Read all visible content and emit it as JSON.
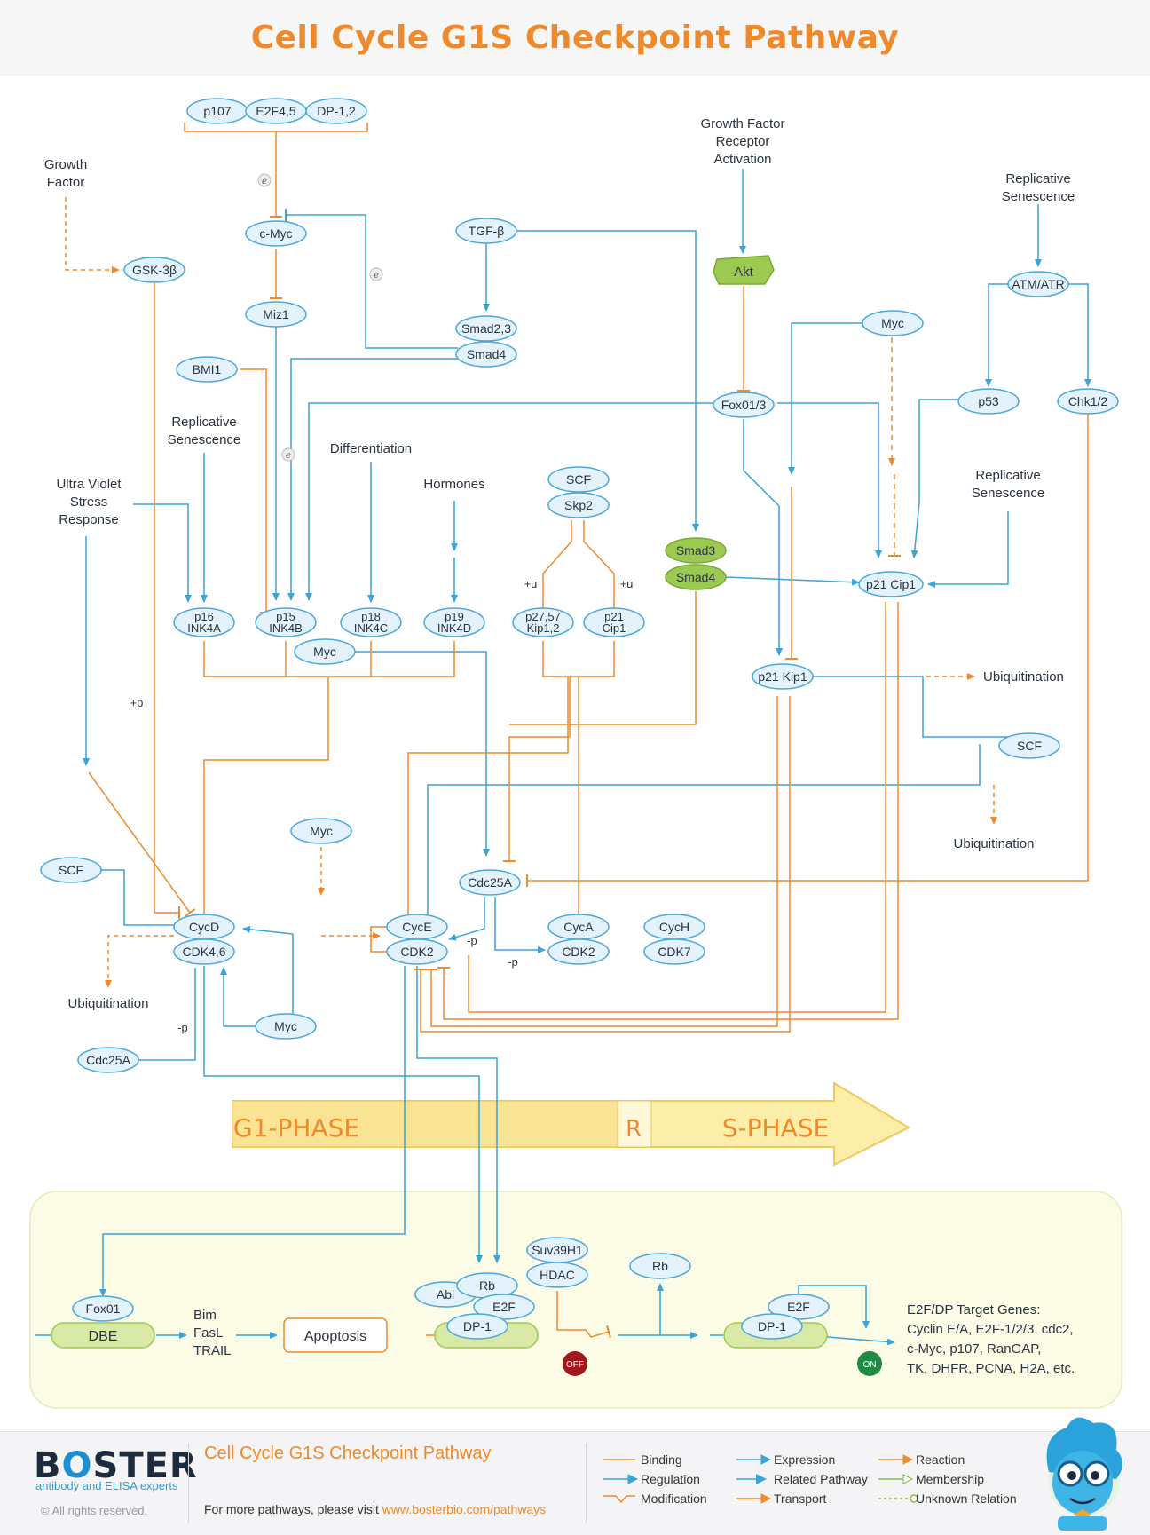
{
  "title": "Cell Cycle G1S Checkpoint Pathway",
  "colors": {
    "title": "#ee8a2c",
    "blue_line": "#3ba3d8",
    "orange_line": "#ee8a2c",
    "node_fill": "#e4f2fb",
    "node_stroke": "#4aa8dc",
    "green_node": "#9cc94f",
    "phase_arrow": "#fbe9a2",
    "bottom_panel": "#fbfbe6",
    "off_badge": "#a4151c",
    "on_badge": "#1f8a43"
  },
  "phase": {
    "g1": "G1-PHASE",
    "r": "R",
    "s": "S-PHASE"
  },
  "nodes": {
    "p107": "p107",
    "e2f45": "E2F4,5",
    "dp12": "DP-1,2",
    "cmyc": "c-Myc",
    "miz1": "Miz1",
    "gsk3b": "GSK-3β",
    "tgfb": "TGF-β",
    "smad23": "Smad2,3",
    "smad4_top": "Smad4",
    "akt": "Akt",
    "atmatr": "ATM/ATR",
    "myc_right": "Myc",
    "bmi1": "BMI1",
    "fox013": "Fox01/3",
    "p53": "p53",
    "chk12": "Chk1/2",
    "scf_mid": "SCF",
    "skp2": "Skp2",
    "smad3_g": "Smad3",
    "smad4_g": "Smad4",
    "p21cip1_r": "p21 Cip1",
    "p16_a": "p16",
    "p16_b": "INK4A",
    "p15_a": "p15",
    "p15_b": "INK4B",
    "p18_a": "p18",
    "p18_b": "INK4C",
    "p19_a": "p19",
    "p19_b": "INK4D",
    "p2757_a": "p27,57",
    "p2757_b": "Kip1,2",
    "p21_a": "p21",
    "p21_b": "Cip1",
    "myc_ink": "Myc",
    "p21kip1": "p21 Kip1",
    "scf_right": "SCF",
    "myc_mid": "Myc",
    "scf_left": "SCF",
    "cdc25a_mid": "Cdc25A",
    "cycd": "CycD",
    "cdk46": "CDK4,6",
    "cyce": "CycE",
    "cdk2": "CDK2",
    "cyca": "CycA",
    "cdk2b": "CDK2",
    "cych": "CycH",
    "cdk7": "CDK7",
    "myc_low": "Myc",
    "cdc25a_left": "Cdc25A",
    "fox01": "Fox01",
    "dbe": "DBE",
    "suv39h1": "Suv39H1",
    "hdac": "HDAC",
    "abl": "Abl",
    "rb": "Rb",
    "e2f": "E2F",
    "dp1": "DP-1",
    "rb_right": "Rb",
    "e2f_r": "E2F",
    "dp1_r": "DP-1"
  },
  "labels": {
    "growth_factor_1": "Growth",
    "growth_factor_2": "Factor",
    "gfra_1": "Growth Factor",
    "gfra_2": "Receptor",
    "gfra_3": "Activation",
    "rs_right_1": "Replicative",
    "rs_right_2": "Senescence",
    "rs_left_1": "Replicative",
    "rs_left_2": "Senescence",
    "rs_mid_1": "Replicative",
    "rs_mid_2": "Senescence",
    "uv_1": "Ultra Violet",
    "uv_2": "Stress",
    "uv_3": "Response",
    "differentiation": "Differentiation",
    "hormones": "Hormones",
    "ubiq_1": "Ubiquitination",
    "ubiq_2": "Ubiquitination",
    "ubiq_3": "Ubiquitination",
    "plus_u_1": "+u",
    "plus_u_2": "+u",
    "plus_p": "+p",
    "minus_p_1": "-p",
    "minus_p_2": "-p",
    "minus_p_3": "-p",
    "e_1": "e",
    "e_2": "e",
    "e_3": "e",
    "bim": "Bim",
    "fasl": "FasL",
    "trail": "TRAIL",
    "apoptosis": "Apoptosis",
    "off": "OFF",
    "on": "ON",
    "target_1": "E2F/DP Target Genes:",
    "target_2": "Cyclin E/A, E2F-1/2/3, cdc2,",
    "target_3": "c-Myc, p107, RanGAP,",
    "target_4": "TK, DHFR, PCNA, H2A, etc."
  },
  "footer": {
    "logo_b": "B",
    "logo_o": "O",
    "logo_rest": "STER",
    "logo_sub": "antibody and ELISA experts",
    "copyright": "© All rights reserved.",
    "title": "Cell Cycle G1S Checkpoint Pathway",
    "more_text": "For more pathways, please visit ",
    "more_link": "www.bosterbio.com/pathways"
  },
  "legend": [
    {
      "label": "Binding",
      "kind": "binding"
    },
    {
      "label": "Expression",
      "kind": "expression"
    },
    {
      "label": "Reaction",
      "kind": "reaction"
    },
    {
      "label": "Regulation",
      "kind": "regulation"
    },
    {
      "label": "Related Pathway",
      "kind": "related"
    },
    {
      "label": "Membership",
      "kind": "membership"
    },
    {
      "label": "Modification",
      "kind": "modification"
    },
    {
      "label": "Transport",
      "kind": "transport"
    },
    {
      "label": "Unknown Relation",
      "kind": "unknown"
    }
  ]
}
